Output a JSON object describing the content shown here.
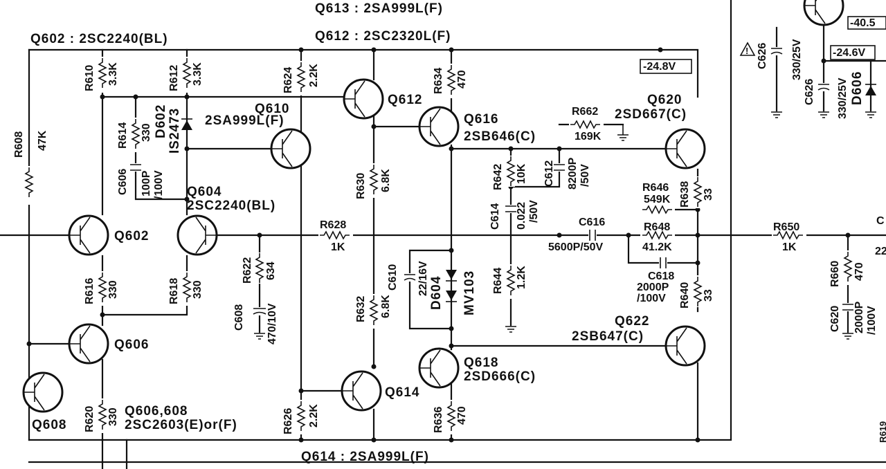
{
  "header": {
    "q613": "Q613 : 2SA999L(F)",
    "q612": "Q612 : 2SC2320L(F)",
    "q602": "Q602 : 2SC2240(BL)",
    "q614": "Q614 : 2SA999L(F)",
    "q606_608": "Q606,608",
    "q606_608_type": "2SC2603(E)or(F)"
  },
  "voltages": {
    "v1": "-24.8V",
    "v2": "-24.6V",
    "v3": "-40.5"
  },
  "transistors": {
    "q602": "Q602",
    "q604": "Q604",
    "q604_type": "2SC2240(BL)",
    "q606": "Q606",
    "q608": "Q608",
    "q610": "Q610",
    "q610_type": "2SA999L(F)",
    "q612": "Q612",
    "q614": "Q614",
    "q616": "Q616",
    "q616_type": "2SB646(C)",
    "q618": "Q618",
    "q618_type": "2SD666(C)",
    "q620": "Q620",
    "q620_type": "2SD667(C)",
    "q622": "Q622",
    "q622_type": "2SB647(C)"
  },
  "resistors": {
    "r608": "R608",
    "r608_v": "47K",
    "r610": "R610",
    "r610_v": "3.3K",
    "r612": "R612",
    "r612_v": "3.3K",
    "r614": "R614",
    "r614_v": "330",
    "r616": "R616",
    "r616_v": "330",
    "r618": "R618",
    "r618_v": "330",
    "r620": "R620",
    "r620_v": "330",
    "r622": "R622",
    "r622_v": "634",
    "r624": "R624",
    "r624_v": "2.2K",
    "r626": "R626",
    "r626_v": "2.2K",
    "r628": "R628",
    "r628_v": "1K",
    "r630": "R630",
    "r630_v": "6.8K",
    "r632": "R632",
    "r632_v": "6.8K",
    "r634": "R634",
    "r634_v": "470",
    "r636": "R636",
    "r636_v": "470",
    "r638": "R638",
    "r638_v": "33",
    "r640": "R640",
    "r640_v": "33",
    "r642": "R642",
    "r642_v": "10K",
    "r644": "R644",
    "r644_v": "1.2K",
    "r646": "R646",
    "r646_v": "549K",
    "r648": "R648",
    "r648_v": "41.2K",
    "r650": "R650",
    "r650_v": "1K",
    "r660": "R660",
    "r660_v": "470",
    "r662": "R662",
    "r662_v": "169K",
    "r619": "R619"
  },
  "capacitors": {
    "c606": "C606",
    "c606_v1": "100P",
    "c606_v2": "/100V",
    "c608": "C608",
    "c608_v": "470/10V",
    "c610": "C610",
    "c610_v": "22/16V",
    "c612": "C612",
    "c612_v1": "8200P",
    "c612_v2": "/50V",
    "c614": "C614",
    "c614_v1": "0.022",
    "c614_v2": "/50V",
    "c616": "C616",
    "c616_v": "5600P/50V",
    "c618": "C618",
    "c618_v1": "2000P",
    "c618_v2": "/100V",
    "c620": "C620",
    "c620_v1": "2000P",
    "c620_v2": "/100V",
    "c626a": "C626",
    "c626a_v": "330/25V",
    "c626b": "C626",
    "c626b_v": "330/25V"
  },
  "diodes": {
    "d602": "D602",
    "d602_type": "IS2473",
    "d604": "D604",
    "d604_type": "MV103",
    "d606": "D606"
  },
  "edge_marks": {
    "c_right": "C",
    "num_right": "22"
  }
}
